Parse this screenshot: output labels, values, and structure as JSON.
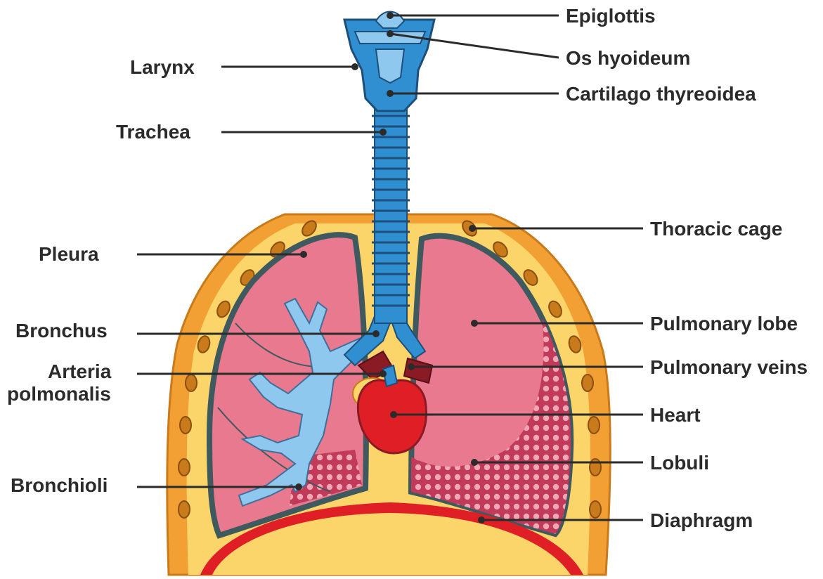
{
  "colors": {
    "rib": "#f2a033",
    "rib_dark": "#c97a1a",
    "fat": "#fcd56a",
    "lung": "#e8798e",
    "lung_edge": "#3f5a5e",
    "airway": "#2f8fd0",
    "airway_light": "#8ec8ee",
    "heart": "#e01e25",
    "diaphragm": "#e01e25",
    "label_text": "#2b2b2b"
  },
  "labels": {
    "epiglottis": "Epiglottis",
    "os_hyoideum": "Os hyoideum",
    "cartilago": "Cartilago thyreoidea",
    "larynx": "Larynx",
    "trachea": "Trachea",
    "thoracic_cage": "Thoracic cage",
    "pleura": "Pleura",
    "bronchus": "Bronchus",
    "pulmonary_lobe": "Pulmonary lobe",
    "arteria_line1": "Arteria",
    "arteria_line2": "polmonalis",
    "pulmonary_veins": "Pulmonary veins",
    "heart": "Heart",
    "lobuli": "Lobuli",
    "bronchioli": "Bronchioli",
    "diaphragm": "Diaphragm"
  }
}
